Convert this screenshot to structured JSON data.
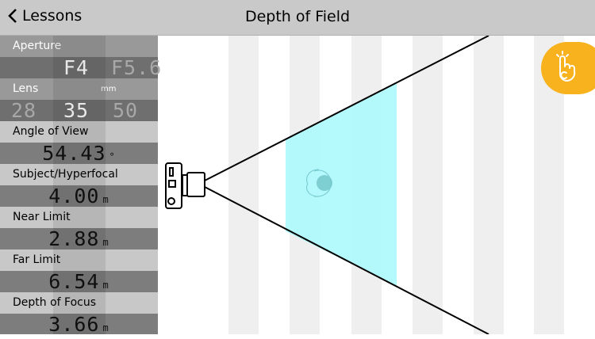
{
  "header": {
    "back_label": "Lessons",
    "title": "Depth of Field"
  },
  "sidebar": {
    "aperture": {
      "label": "Aperture",
      "selected": "F4",
      "next": "F5.6"
    },
    "lens": {
      "label": "Lens",
      "unit": "mm",
      "prev": "28",
      "selected": "35",
      "next": "50"
    },
    "angle_of_view": {
      "label": "Angle of View",
      "value": "54.43",
      "unit": "°"
    },
    "subject_hyperfocal": {
      "label": "Subject/Hyperfocal",
      "value": "4.00",
      "unit": "m"
    },
    "near_limit": {
      "label": "Near Limit",
      "value": "2.88",
      "unit": "m"
    },
    "far_limit": {
      "label": "Far Limit",
      "value": "6.54",
      "unit": "m"
    },
    "depth_of_focus": {
      "label": "Depth of Focus",
      "value": "3.66",
      "unit": "m"
    }
  },
  "colors": {
    "focus_zone": "#aef8fb",
    "hint_button": "#f7b21e",
    "stripe": "#efefef"
  },
  "icons": {
    "back": "chevron-left-icon",
    "camera": "camera-icon",
    "subject": "person-top-view-icon",
    "hint": "hand-pointing-icon"
  }
}
